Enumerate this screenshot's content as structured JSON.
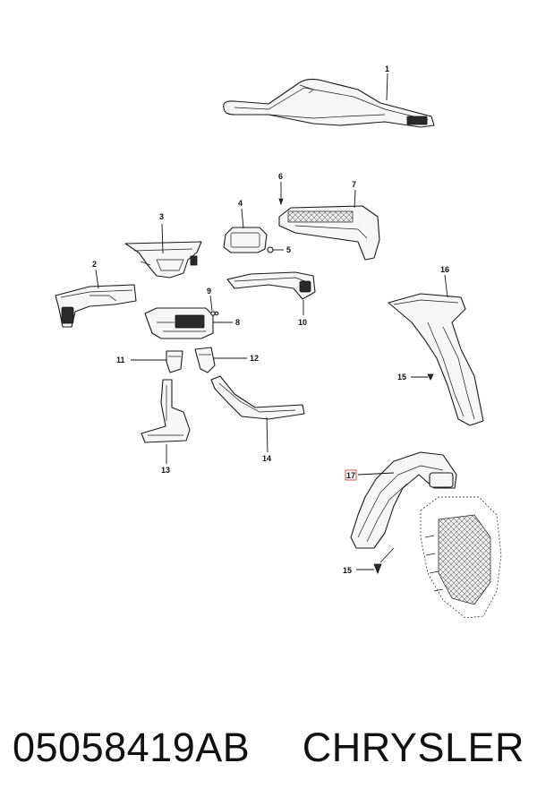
{
  "diagram": {
    "callouts": {
      "c1": "1",
      "c2": "2",
      "c3": "3",
      "c4": "4",
      "c5": "5",
      "c6": "6",
      "c7": "7",
      "c8": "8",
      "c9": "9",
      "c10": "10",
      "c11": "11",
      "c12": "12",
      "c13": "13",
      "c14": "14",
      "c15a": "15",
      "c15b": "15",
      "c16": "16",
      "c17": "17"
    },
    "highlighted_callout": "17",
    "highlight_color": "#d02020"
  },
  "footer": {
    "part_number": "05058419AB",
    "brand": "CHRYSLER"
  }
}
